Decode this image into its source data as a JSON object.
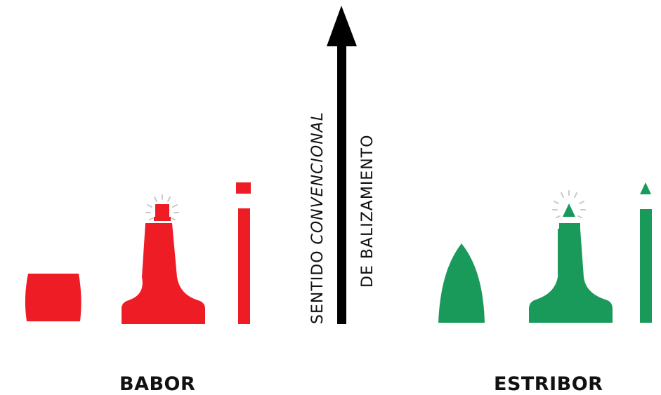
{
  "arrow_text": {
    "line1_a": "SENTIDO ",
    "line1_b": "CONVENCIONAL",
    "line2": "DE BALIZAMIENTO"
  },
  "labels": {
    "port": "BABOR",
    "starboard": "ESTRIBOR"
  },
  "colors": {
    "port": "#ee1c24",
    "starboard": "#1a9a5a",
    "arrow": "#000000",
    "light_rays": "#c9c9c9"
  },
  "icons": {
    "port": [
      "can-buoy",
      "pillar-buoy-with-light",
      "spar-buoy"
    ],
    "starboard": [
      "conical-buoy",
      "pillar-buoy-with-light",
      "spar-buoy"
    ]
  }
}
